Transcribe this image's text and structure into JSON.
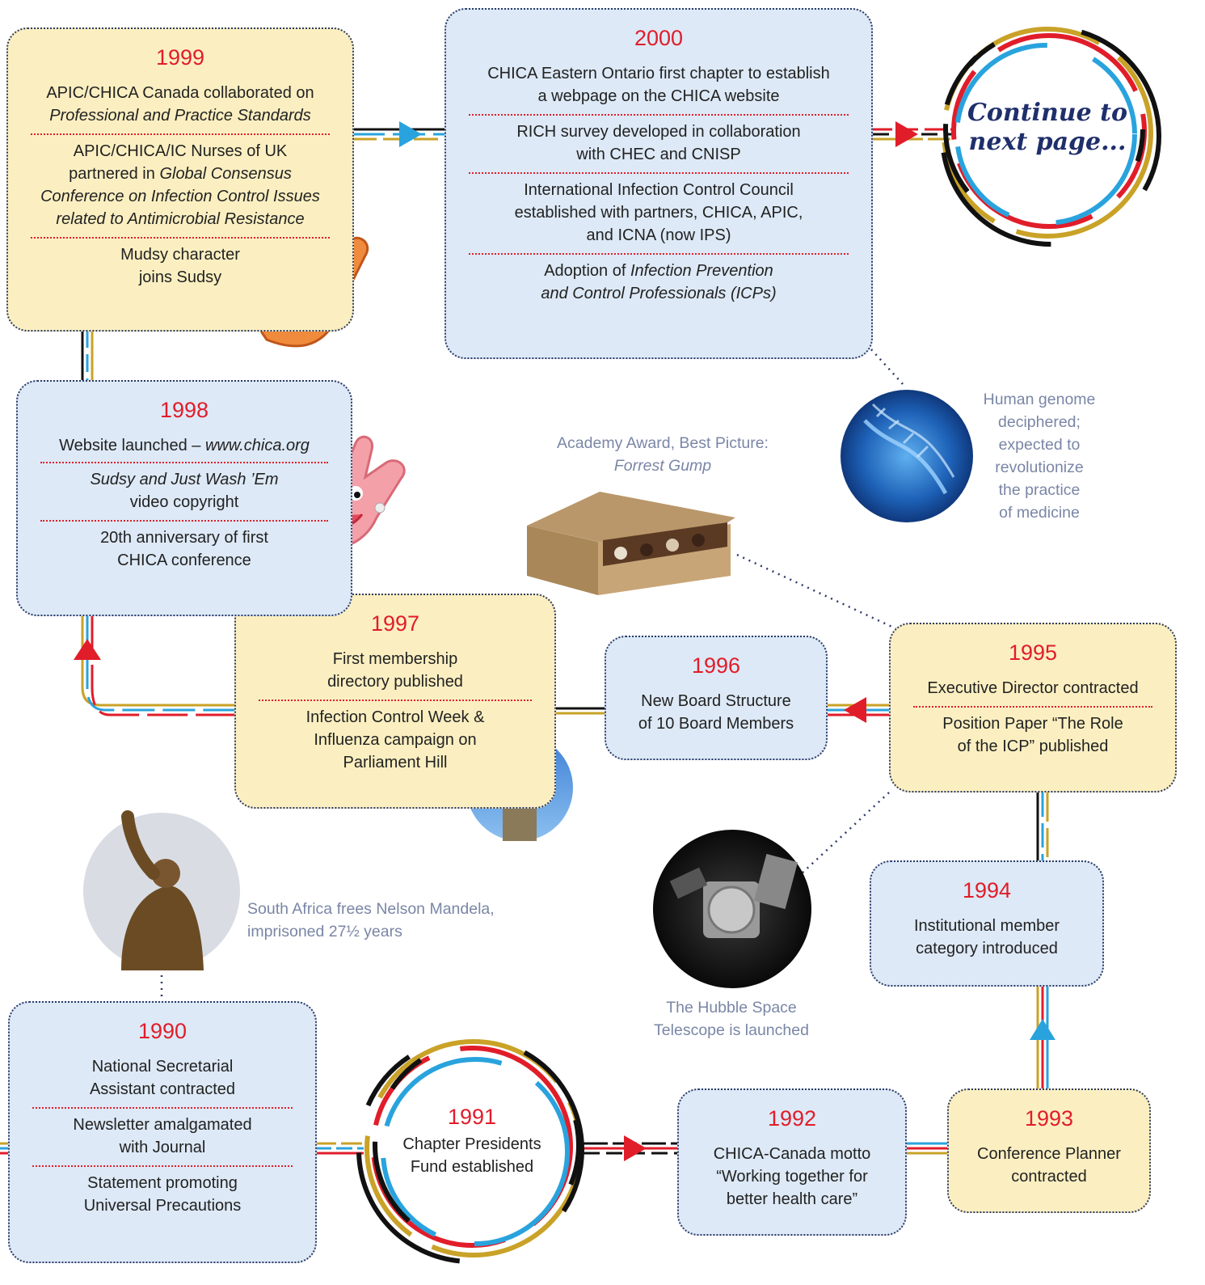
{
  "boxes": {
    "y1999": {
      "year": "1999",
      "e1_a": "APIC/CHICA Canada collaborated on",
      "e1_b": "Professional and Practice Standards",
      "e2_a": "APIC/CHICA/IC Nurses of UK",
      "e2_b": "partnered in",
      "e2_c": "Global Consensus",
      "e2_d": "Conference on Infection Control Issues",
      "e2_e": "related to Antimicrobial Resistance",
      "e3_a": "Mudsy character",
      "e3_b": "joins Sudsy"
    },
    "y2000": {
      "year": "2000",
      "e1_a": "CHICA Eastern Ontario first chapter to establish",
      "e1_b": "a webpage on the CHICA website",
      "e2_a": "RICH survey developed in collaboration",
      "e2_b": "with CHEC and CNISP",
      "e3_a": "International Infection Control Council",
      "e3_b": "established with partners, CHICA, APIC,",
      "e3_c": "and ICNA (now IPS)",
      "e4_a": "Adoption of",
      "e4_b": "Infection Prevention",
      "e4_c": "and Control Professionals (ICPs)"
    },
    "y1998": {
      "year": "1998",
      "e1_a": "Website launched –",
      "e1_b": "www.chica.org",
      "e2_a": "Sudsy and Just Wash ’Em",
      "e2_b": "video copyright",
      "e3_a": "20th anniversary of first",
      "e3_b": "CHICA conference"
    },
    "y1997": {
      "year": "1997",
      "e1_a": "First membership",
      "e1_b": "directory published",
      "e2_a": "Infection Control Week &",
      "e2_b": "Influenza campaign on",
      "e2_c": "Parliament Hill"
    },
    "y1996": {
      "year": "1996",
      "e1_a": "New Board Structure",
      "e1_b": "of 10 Board Members"
    },
    "y1995": {
      "year": "1995",
      "e1_a": "Executive Director contracted",
      "e2_a": "Position Paper “The Role",
      "e2_b": "of the ICP” published"
    },
    "y1994": {
      "year": "1994",
      "e1_a": "Institutional member",
      "e1_b": "category introduced"
    },
    "y1993": {
      "year": "1993",
      "e1_a": "Conference Planner",
      "e1_b": "contracted"
    },
    "y1992": {
      "year": "1992",
      "e1_a": "CHICA-Canada motto",
      "e1_b": "“Working together for",
      "e1_c": "better health care”"
    },
    "y1991": {
      "year": "1991",
      "e1_a": "Chapter Presidents",
      "e1_b": "Fund established"
    },
    "y1990": {
      "year": "1990",
      "e1_a": "National Secretarial",
      "e1_b": "Assistant contracted",
      "e2_a": "Newsletter amalgamated",
      "e2_b": "with Journal",
      "e3_a": "Statement promoting",
      "e3_b": "Universal Precautions"
    }
  },
  "continue": {
    "line1": "Continue to",
    "line2": "next page..."
  },
  "captions": {
    "genome": [
      "Human genome",
      "deciphered;",
      "expected to",
      "revolutionize",
      "the practice",
      "of medicine"
    ],
    "oscar_a": "Academy Award, Best Picture:",
    "oscar_b": "Forrest Gump",
    "mandela_a": "South Africa frees Nelson Mandela,",
    "mandela_b": "imprisoned 27½ years",
    "hubble_a": "The Hubble Space",
    "hubble_b": "Telescope is launched"
  },
  "colors": {
    "year_red": "#e11d2a",
    "blue_box": "#dde9f6",
    "yellow_box": "#fbefc1",
    "border": "#2b3a67",
    "line_black": "#111111",
    "line_blue": "#29a3dd",
    "line_red": "#e11d2a",
    "line_gold": "#c9a227",
    "caption": "#7a86a6"
  },
  "icons": [
    "sudsy-mudsy-glove-icon",
    "sudsy-glove-icon",
    "dna-photo",
    "chocolate-box-photo",
    "parliament-photo",
    "mandela-statue-photo",
    "hubble-photo",
    "arrow-icon"
  ]
}
